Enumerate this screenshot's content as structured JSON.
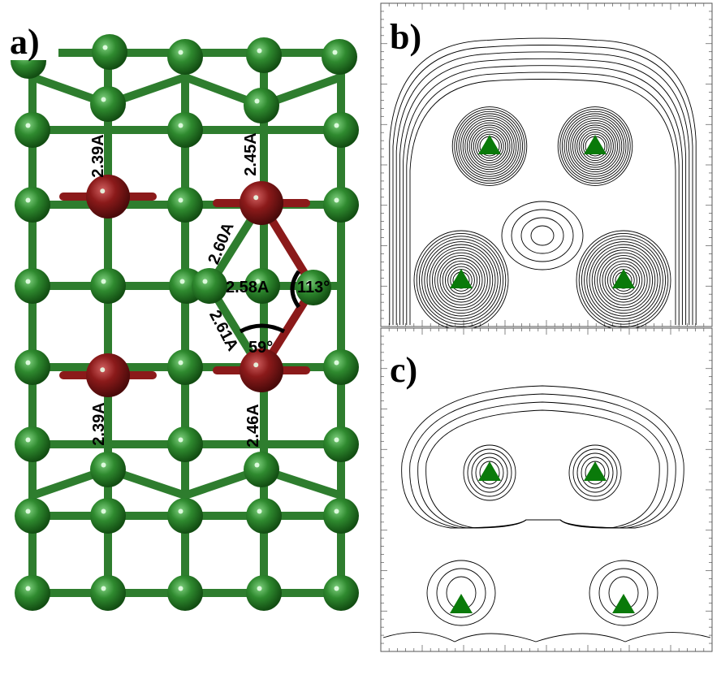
{
  "panels": {
    "a": {
      "label": "a)"
    },
    "b": {
      "label": "b)"
    },
    "c": {
      "label": "c)"
    }
  },
  "structure": {
    "distances": {
      "d1": "2.39A",
      "d2": "2.45A",
      "d3": "2.60A",
      "d4": "2.58A",
      "d5": "2.61A",
      "d6": "2.39A",
      "d7": "2.46A"
    },
    "angles": {
      "a1": "113°",
      "a2": "59°"
    }
  },
  "colors": {
    "green_atom": "#2f8a2f",
    "red_atom": "#8b1a1a",
    "bond": "#2e7d2e",
    "marker": "#0a7a0a"
  }
}
